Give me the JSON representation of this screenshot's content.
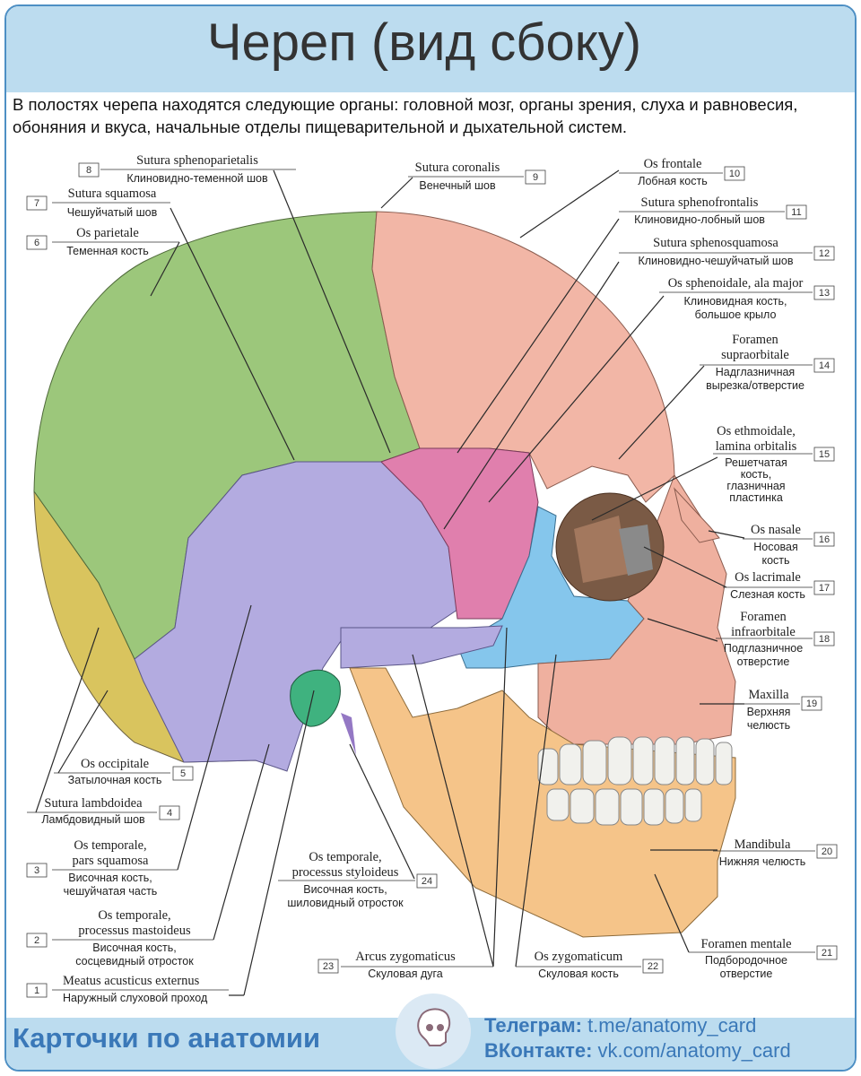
{
  "title": "Череп (вид сбоку)",
  "intro": "В полостях черепа находятся следующие органы: головной мозг, органы зрения, слуха и равновесия, обоняния и вкуса, начальные отделы пищеварительной и дыхательной систем.",
  "labels": [
    {
      "num": "1",
      "lat": "Meatus acusticus externus",
      "ru": [
        "Наружный слуховой проход"
      ]
    },
    {
      "num": "2",
      "lat": "Os temporale, processus mastoideus",
      "ru": [
        "Височная кость,",
        "сосцевидный отросток"
      ]
    },
    {
      "num": "3",
      "lat": "Os temporale, pars squamosa",
      "ru": [
        "Височная кость,",
        "чешуйчатая часть"
      ]
    },
    {
      "num": "4",
      "lat": "Sutura lambdoidea",
      "ru": [
        "Ламбдовидный шов"
      ]
    },
    {
      "num": "5",
      "lat": "Os occipitale",
      "ru": [
        "Затылочная кость"
      ]
    },
    {
      "num": "6",
      "lat": "Os parietale",
      "ru": [
        "Теменная кость"
      ]
    },
    {
      "num": "7",
      "lat": "Sutura squamosa",
      "ru": [
        "Чешуйчатый шов"
      ]
    },
    {
      "num": "8",
      "lat": "Sutura sphenoparietalis",
      "ru": [
        "Клиновидно-теменной шов"
      ]
    },
    {
      "num": "9",
      "lat": "Sutura coronalis",
      "ru": [
        "Венечный шов"
      ]
    },
    {
      "num": "10",
      "lat": "Os frontale",
      "ru": [
        "Лобная кость"
      ]
    },
    {
      "num": "11",
      "lat": "Sutura sphenofrontalis",
      "ru": [
        "Клиновидно-лобный шов"
      ]
    },
    {
      "num": "12",
      "lat": "Sutura sphenosquamosa",
      "ru": [
        "Клиновидно-чешуйчатый шов"
      ]
    },
    {
      "num": "13",
      "lat": "Os sphenoidale, ala major",
      "ru": [
        "Клиновидная кость,",
        "большое крыло"
      ]
    },
    {
      "num": "14",
      "lat": "Foramen supraorbitale",
      "ru": [
        "Надглазничная",
        "вырезка/отверстие"
      ]
    },
    {
      "num": "15",
      "lat": "Os ethmoidale, lamina orbitalis",
      "ru": [
        "Решетчатая",
        "кость,",
        "глазничная",
        "пластинка"
      ]
    },
    {
      "num": "16",
      "lat": "Os nasale",
      "ru": [
        "Носовая",
        "кость"
      ]
    },
    {
      "num": "17",
      "lat": "Os lacrimale",
      "ru": [
        "Слезная кость"
      ]
    },
    {
      "num": "18",
      "lat": "Foramen infraorbitale",
      "ru": [
        "Подглазничное",
        "отверстие"
      ]
    },
    {
      "num": "19",
      "lat": "Maxilla",
      "ru": [
        "Верхняя",
        "челюсть"
      ]
    },
    {
      "num": "20",
      "lat": "Mandibula",
      "ru": [
        "Нижняя челюсть"
      ]
    },
    {
      "num": "21",
      "lat": "Foramen mentale",
      "ru": [
        "Подбородочное",
        "отверстие"
      ]
    },
    {
      "num": "22",
      "lat": "Os zygomaticum",
      "ru": [
        "Скуловая кость"
      ]
    },
    {
      "num": "23",
      "lat": "Arcus zygomaticus",
      "ru": [
        "Скуловая дуга"
      ]
    },
    {
      "num": "24",
      "lat": "Os temporale, processus styloideus",
      "ru": [
        "Височная кость,",
        "шиловидный отросток"
      ]
    }
  ],
  "footer": {
    "brand": "Карточки по анатомии",
    "telegram_label": "Телеграм:",
    "telegram_value": "t.me/anatomy_card",
    "vk_label": "ВКонтакте:",
    "vk_value": "vk.com/anatomy_card",
    "badge_icon": "skull-icon"
  },
  "colors": {
    "parietal": "#9cc77b",
    "frontal": "#f2b6a6",
    "temporal": "#b3abe0",
    "sphenoid": "#e07fad",
    "zygomatic": "#85c6ec",
    "mandible": "#f5c489",
    "maxilla": "#efb09f",
    "occipital": "#d9c45e",
    "ethmoid": "#a3785e",
    "lacrimal": "#8a8a8a",
    "accent": "#3a78b8",
    "header": "#bcdcef"
  }
}
